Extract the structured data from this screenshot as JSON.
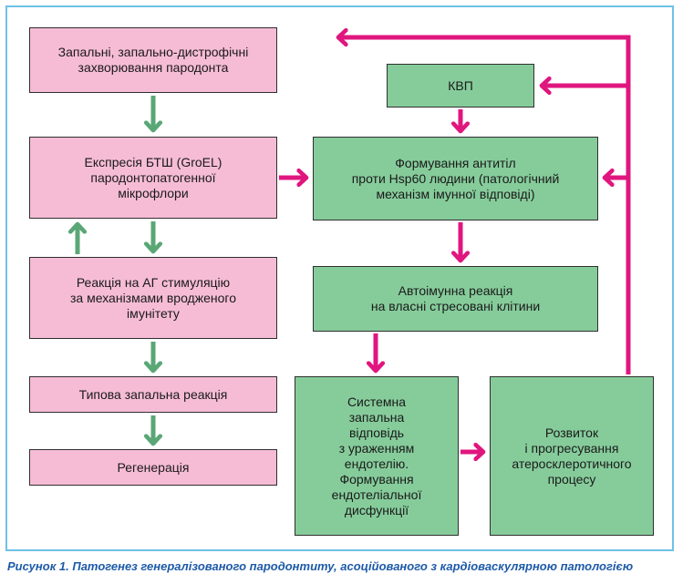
{
  "nodes": {
    "periodontal_diseases": "Запальні, запально-дистрофічні\nзахворювання пародонта",
    "hsp_expression": "Експресія БТШ (GroEL)\nпародонтопатогенної\nмікрофлори",
    "innate_reaction": "Реакція на АГ стимуляцію\nза механізмами вродженого\nімунітету",
    "typical_inflammation": "Типова запальна реакція",
    "regeneration": "Регенерація",
    "kvp": "КВП",
    "antibody_formation": "Формування антитіл\nпроти Hsp60 людини (патологічний\nмеханізм імунної відповіді)",
    "autoimmune_reaction": "Автоімунна реакція\nна власні стресовані клітини",
    "systemic_response": "Системна\nзапальна\nвідповідь\nз ураженням\nендотелію.\nФормування\nендотеліальної\nдисфункції",
    "atherosclerosis": "Розвиток\nі прогресування\nатеросклеротичного\nпроцесу"
  },
  "caption": "Рисунок 1. Патогенез генералізованого пародонтиту, асоційованого з кардіоваскулярною патологією",
  "colors": {
    "pink_box": "#f6bcd6",
    "green_box": "#86cc9b",
    "green_arrow": "#5aa776",
    "magenta_arrow": "#e0167f",
    "frame": "#6ec2e6",
    "caption": "#1d5aa8"
  }
}
